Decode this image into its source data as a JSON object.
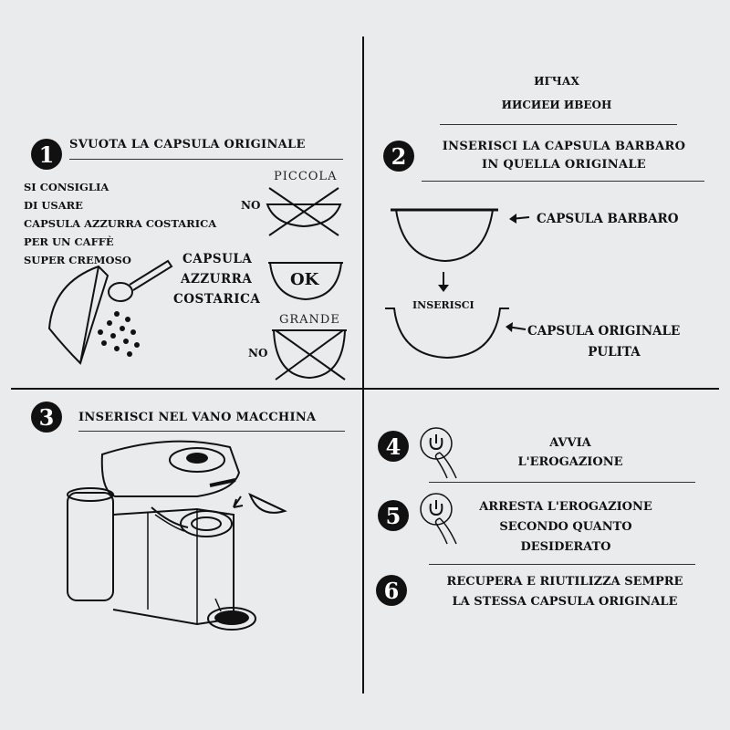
{
  "header_glyphs": {
    "line1": "ИГЧАХ",
    "line2": "ИИСИЕИ ИВЕОН"
  },
  "step1": {
    "number": "1",
    "title": "SVUOTA LA CAPSULA ORIGINALE",
    "advice": [
      "SI CONSIGLIA",
      "DI USARE",
      "CAPSULA AZZURRA COSTARICA",
      "PER UN CAFFÈ",
      "SUPER CREMOSO"
    ],
    "small_label": "PICCOLA",
    "no_small": "NO",
    "capsule_label": [
      "CAPSULA",
      "AZZURRA",
      "COSTARICA"
    ],
    "ok": "OK",
    "large_label": "GRANDE",
    "no_large": "NO"
  },
  "step2": {
    "number": "2",
    "title_line1": "INSERISCI LA CAPSULA BARBARO",
    "title_line2": "IN QUELLA ORIGINALE",
    "barbaro_label": "CAPSULA BARBARO",
    "insert_label": "INSERISCI",
    "original_label_line1": "CAPSULA ORIGINALE",
    "original_label_line2": "PULITA"
  },
  "step3": {
    "number": "3",
    "title": "INSERISCI NEL VANO MACCHINA"
  },
  "step4": {
    "number": "4",
    "text_line1": "AVVIA",
    "text_line2": "L'EROGAZIONE"
  },
  "step5": {
    "number": "5",
    "text_line1": "ARRESTA L'EROGAZIONE",
    "text_line2": "SECONDO QUANTO",
    "text_line3": "DESIDERATO"
  },
  "step6": {
    "number": "6",
    "text_line1": "RECUPERA E RIUTILIZZA SEMPRE",
    "text_line2": "LA STESSA CAPSULA ORIGINALE"
  }
}
